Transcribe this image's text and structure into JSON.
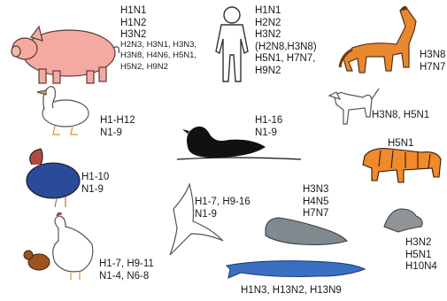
{
  "colors": {
    "pig": "#f4aaa0",
    "human_outline": "#333333",
    "horse": "#e8892f",
    "duck": "#ffffff",
    "waterfowl": "#111111",
    "dog": "#ffffff",
    "tiger": "#f08a2a",
    "turkey": "#2b4a9a",
    "chicken": "#ffffff",
    "quail": "#a0521e",
    "seagull": "#ffffff",
    "seal_harbor": "#7f8a8f",
    "seal_grey": "#8f9498",
    "whale": "#3b6fc2"
  },
  "animals": {
    "pig": {
      "subtypes_main": [
        "H1N1",
        "H1N2",
        "H3N2"
      ],
      "subtypes_minor": [
        "H2N3, H3N1, H3N3,",
        "H3N8, H4N6, H5N1,",
        "H5N2, H9N2"
      ]
    },
    "human": {
      "subtypes": [
        "H1N1",
        "H2N2",
        "H3N2",
        "(H2N8,H3N8)",
        "H5N1, H7N7,",
        "H9N2"
      ]
    },
    "horse": {
      "subtypes": [
        "H3N8",
        "H7N7"
      ]
    },
    "duck": {
      "subtypes": [
        "H1-H12",
        "N1-9"
      ]
    },
    "waterfowl": {
      "subtypes": [
        "H1-16",
        "N1-9"
      ]
    },
    "dog": {
      "subtypes": [
        "H3N8, H5N1"
      ]
    },
    "tiger": {
      "subtypes": [
        "H5N1"
      ]
    },
    "turkey": {
      "subtypes": [
        "H1-10",
        "N1-9"
      ]
    },
    "seagull": {
      "subtypes": [
        "H1-7, H9-16",
        "N1-9"
      ]
    },
    "seal": {
      "subtypes": [
        "H3N3",
        "H4N5",
        "H7N7"
      ]
    },
    "mink": {
      "subtypes": [
        "H3N2",
        "H5N1",
        "H10N4"
      ]
    },
    "chicken": {
      "subtypes": [
        "H1-7, H9-11",
        "N1-4, N6-8"
      ]
    },
    "whale": {
      "subtypes": [
        "H1N3, H13N2, H13N9"
      ]
    }
  }
}
